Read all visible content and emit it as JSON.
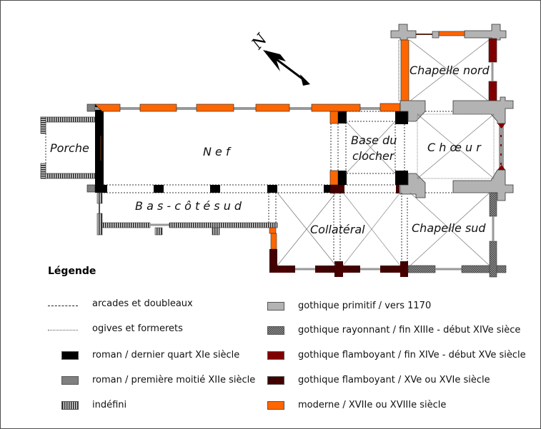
{
  "diagram": {
    "type": "architectural floor plan",
    "compass": {
      "label": "N",
      "icon": "north-arrow-icon"
    },
    "rooms": [
      {
        "id": "porche",
        "label": "Porche"
      },
      {
        "id": "nef",
        "label": "N e f"
      },
      {
        "id": "bas-cote-sud",
        "label": "B a s - c ô t é  s u d"
      },
      {
        "id": "base-clocher",
        "label_line1": "Base du",
        "label_line2": "clocher"
      },
      {
        "id": "choeur",
        "label": "C h œ u r"
      },
      {
        "id": "chapelle-nord",
        "label": "Chapelle nord"
      },
      {
        "id": "collateral",
        "label": "Collatéral"
      },
      {
        "id": "chapelle-sud",
        "label": "Chapelle sud"
      }
    ]
  },
  "legend": {
    "title": "Légende",
    "lines": [
      {
        "label": "arcades et doubleaux",
        "style": "dashed"
      },
      {
        "label": "ogives et formerets",
        "style": "dotted"
      }
    ],
    "periods_left": [
      {
        "label": "roman / dernier quart XIe siècle",
        "color": "#000000",
        "pattern": "solid"
      },
      {
        "label": "roman / première moitié XIIe siècle",
        "color": "#808080",
        "pattern": "solid"
      },
      {
        "label": "indéfini",
        "color": "#333333",
        "pattern": "vertical-stripes"
      }
    ],
    "periods_right": [
      {
        "label": "gothique primitif / vers 1170",
        "color": "#b3b3b3",
        "pattern": "solid"
      },
      {
        "label": "gothique rayonnant / fin XIIIe - début XIVe siècе",
        "color": "#666666",
        "pattern": "checker"
      },
      {
        "label": "gothique flamboyant / fin XIVe - début XVe siècle",
        "color": "#800000",
        "pattern": "solid"
      },
      {
        "label": "gothique flamboyant / XVe ou XVIe siècle",
        "color": "#3a0000",
        "pattern": "checker"
      },
      {
        "label": "moderne / XVIIe ou XVIIIe siècle",
        "color": "#ff6600",
        "pattern": "solid"
      }
    ]
  }
}
